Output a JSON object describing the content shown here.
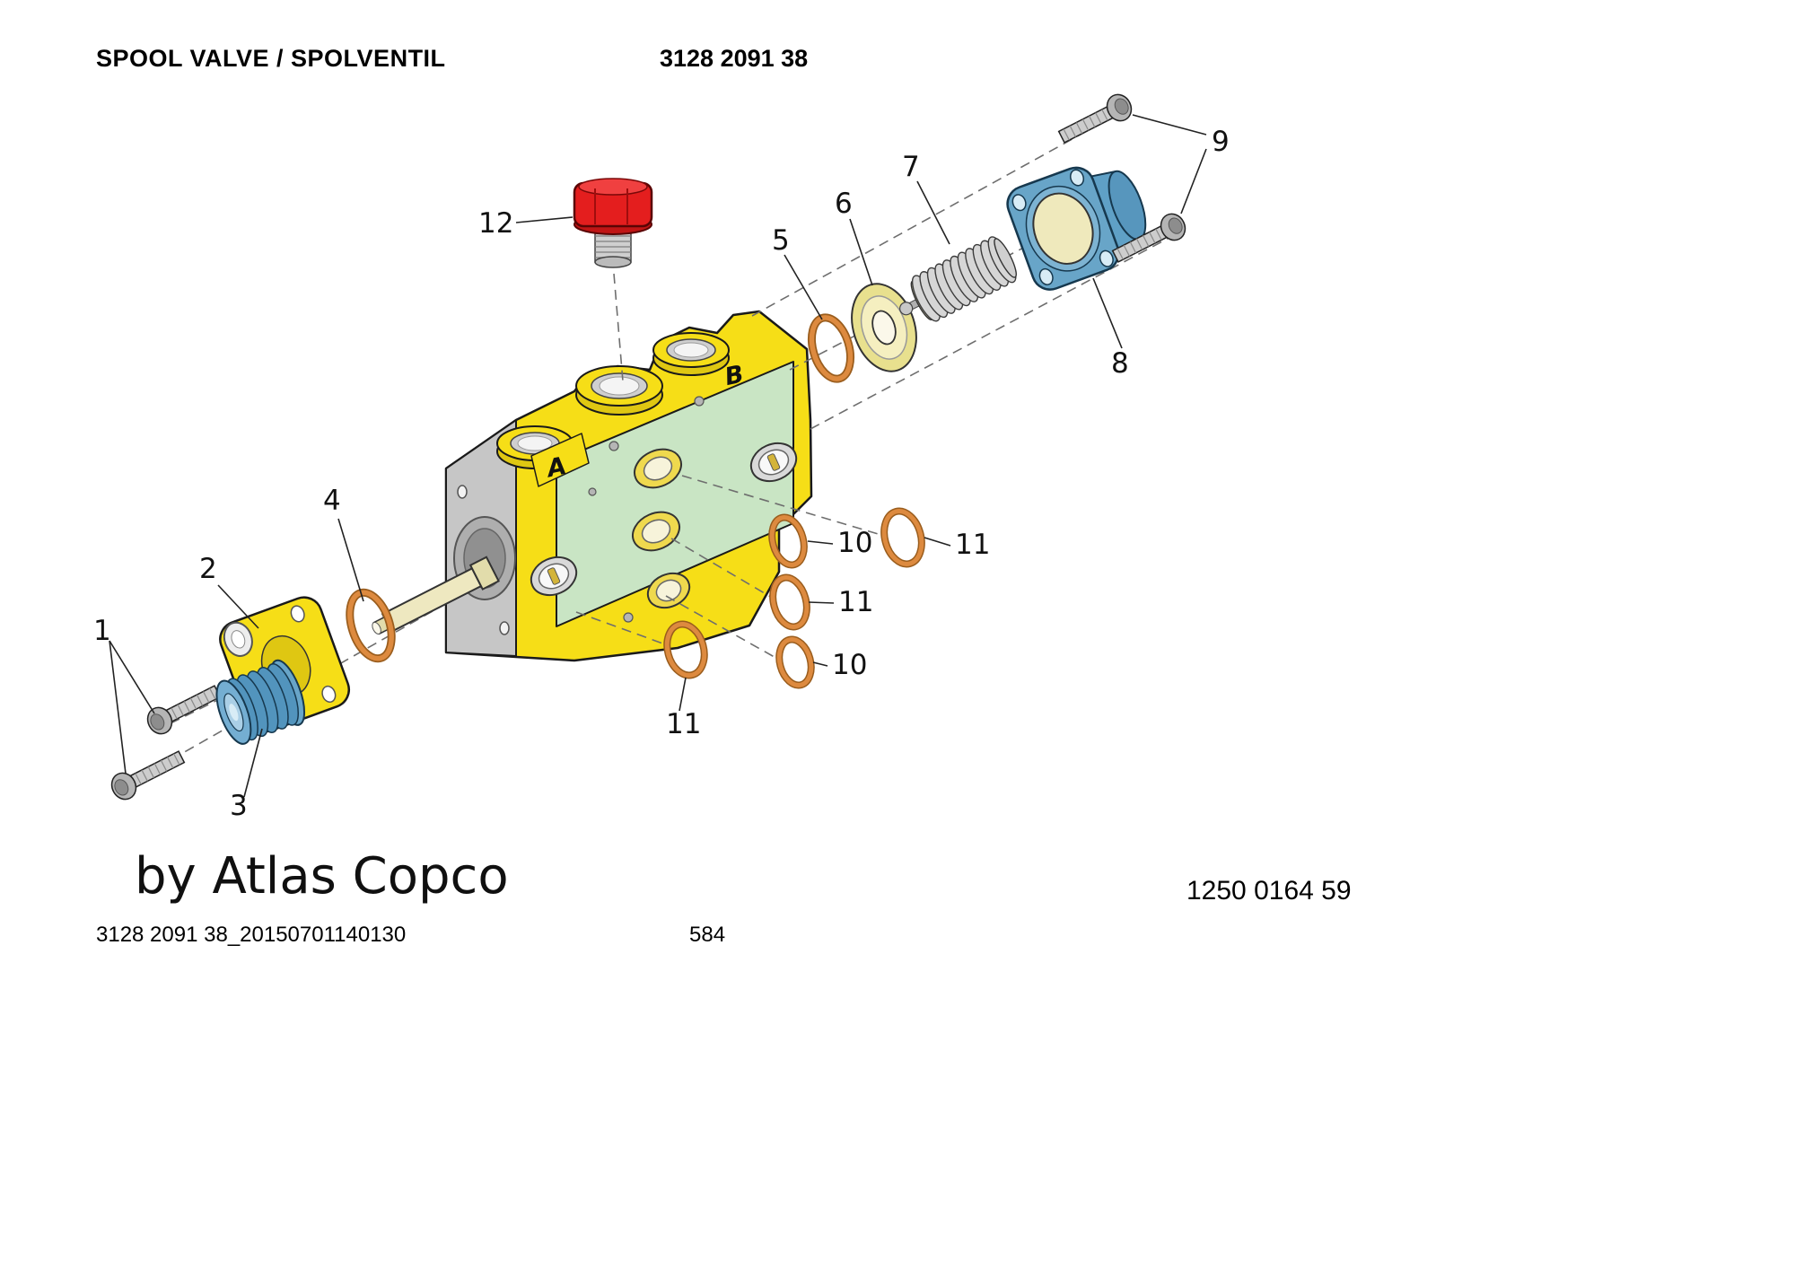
{
  "header": {
    "title": "SPOOL VALVE / SPOLVENTIL",
    "doc_number": "3128 2091 38"
  },
  "diagram": {
    "port_labels": {
      "a": "A",
      "b": "B"
    },
    "callouts": [
      {
        "label": "12"
      },
      {
        "label": "5"
      },
      {
        "label": "6"
      },
      {
        "label": "7"
      },
      {
        "label": "8"
      },
      {
        "label": "9"
      },
      {
        "label": "10"
      },
      {
        "label": "11"
      },
      {
        "label": "11"
      },
      {
        "label": "10"
      },
      {
        "label": "11"
      },
      {
        "label": "4"
      },
      {
        "label": "2"
      },
      {
        "label": "1"
      },
      {
        "label": "3"
      }
    ],
    "colors": {
      "body_yellow": "#f6de17",
      "face_green": "#c9e5c4",
      "cap_red": "#e41e1e",
      "part_blue": "#68a5c8",
      "oring_orange": "#dd8a3f"
    }
  },
  "footer": {
    "branding": "by Atlas Copco",
    "drawing_number": "1250 0164 59",
    "file_id": "3128 2091 38_20150701140130",
    "page_number": "584"
  }
}
